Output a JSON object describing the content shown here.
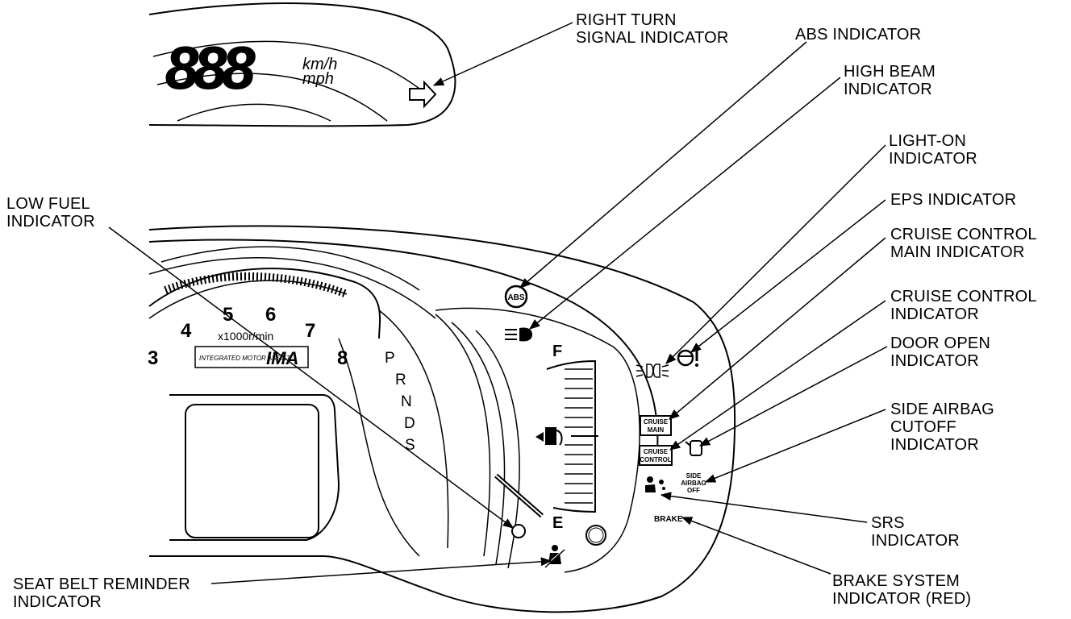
{
  "cluster": {
    "speed_digits": "888",
    "speed_unit_kmh": "km/h",
    "speed_unit_mph": "mph",
    "tach_numbers": [
      "3",
      "4",
      "5",
      "6",
      "7",
      "8"
    ],
    "tach_unit": "x1000r/min",
    "ima_badge_text": "INTEGRATED MOTOR ASSIST",
    "ima_logo": "IMA",
    "gear_letters": [
      "P",
      "R",
      "N",
      "D",
      "S"
    ],
    "fuel_full": "F",
    "fuel_empty": "E",
    "abs_symbol": "ABS",
    "cruise_main_lines": [
      "CRUISE",
      "MAIN"
    ],
    "cruise_control_lines": [
      "CRUISE",
      "CONTROL"
    ],
    "side_airbag_lines": [
      "SIDE",
      "AIRBAG",
      "OFF"
    ],
    "brake_symbol": "BRAKE"
  },
  "callouts": {
    "right_turn": [
      "RIGHT TURN",
      "SIGNAL INDICATOR"
    ],
    "abs": [
      "ABS INDICATOR"
    ],
    "high_beam": [
      "HIGH BEAM",
      "INDICATOR"
    ],
    "light_on": [
      "LIGHT-ON",
      "INDICATOR"
    ],
    "eps": [
      "EPS INDICATOR"
    ],
    "cruise_main": [
      "CRUISE CONTROL",
      "MAIN INDICATOR"
    ],
    "cruise_control": [
      "CRUISE CONTROL",
      "INDICATOR"
    ],
    "door_open": [
      "DOOR OPEN",
      "INDICATOR"
    ],
    "side_airbag": [
      "SIDE AIRBAG",
      "CUTOFF",
      "INDICATOR"
    ],
    "srs": [
      "SRS",
      "INDICATOR"
    ],
    "brake_system": [
      "BRAKE SYSTEM",
      "INDICATOR (RED)"
    ],
    "low_fuel": [
      "LOW FUEL",
      "INDICATOR"
    ],
    "seat_belt": [
      "SEAT BELT REMINDER",
      "INDICATOR"
    ]
  }
}
